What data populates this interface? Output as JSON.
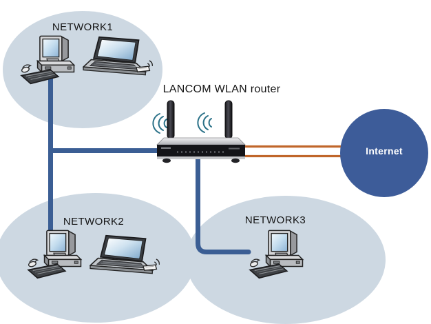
{
  "router": {
    "label": "LANCOM WLAN router"
  },
  "internet": {
    "label": "Internet"
  },
  "networks": [
    {
      "id": "network1",
      "label": "NETWORK1",
      "devices": [
        "desktop-computer",
        "wireless-laptop"
      ]
    },
    {
      "id": "network2",
      "label": "NETWORK2",
      "devices": [
        "desktop-computer",
        "wireless-laptop"
      ]
    },
    {
      "id": "network3",
      "label": "NETWORK3",
      "devices": [
        "desktop-computer"
      ]
    }
  ],
  "connections": [
    {
      "from": "network1",
      "to": "network2",
      "type": "lan",
      "color": "#3b5e94"
    },
    {
      "from": "network1",
      "to": "router",
      "type": "lan",
      "color": "#3b5e94"
    },
    {
      "from": "router",
      "to": "network3",
      "type": "lan",
      "color": "#3b5e94"
    },
    {
      "from": "router",
      "to": "internet",
      "type": "wan-double-line",
      "color": "#c0662a"
    }
  ],
  "colors": {
    "background": "#ffffff",
    "cloud_fill": "#cdd8e2",
    "lan_line": "#3b5e94",
    "wan_line": "#c0662a",
    "internet_circle": "#3d5c99",
    "internet_text": "#ffffff",
    "label_text": "#141414",
    "wifi_arcs": "#2a7188"
  },
  "icons": {
    "desktop-computer-icon": "crt-monitor-with-case-keyboard-mouse",
    "laptop-icon": "open-laptop-with-wireless-pc-card",
    "wlan-router-icon": "two-antenna-router-with-wifi-arcs",
    "internet-circle": "solid-blue-circle"
  }
}
